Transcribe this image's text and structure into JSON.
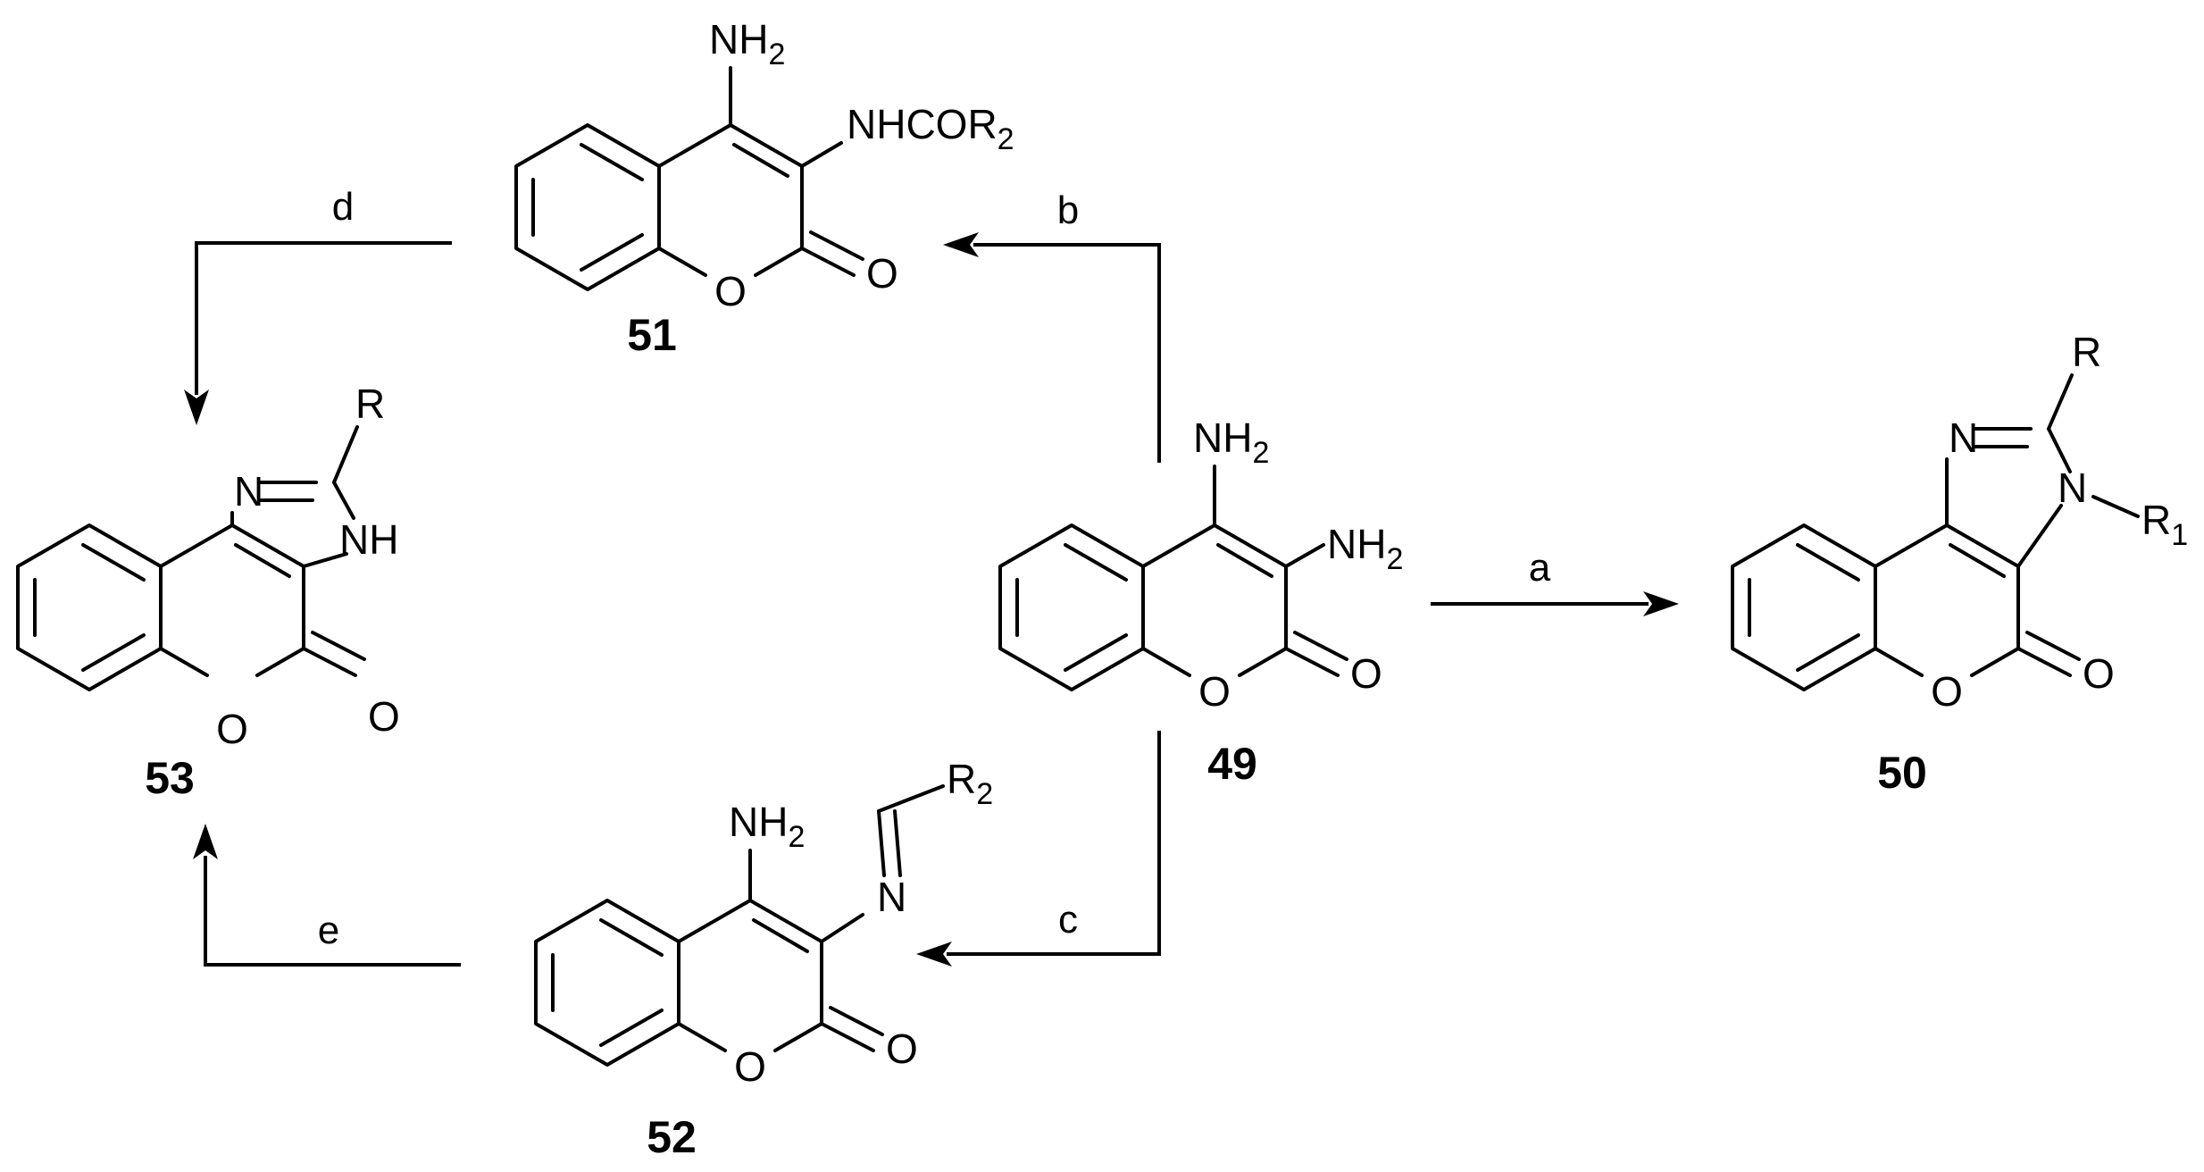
{
  "compounds": {
    "c49": {
      "id": "49",
      "amine4": "NH",
      "amine4_sub": "2",
      "amine3": "NH",
      "amine3_sub": "2",
      "ring_o": "O",
      "carbonyl_o": "O"
    },
    "c50": {
      "id": "50",
      "r": "R",
      "n_top": "N",
      "n_sub": "N",
      "r1": "R",
      "r1_sub": "1",
      "ring_o": "O",
      "carbonyl_o": "O"
    },
    "c51": {
      "id": "51",
      "amine4": "NH",
      "amine4_sub": "2",
      "amide": "NHCOR",
      "amide_sub": "2",
      "ring_o": "O",
      "carbonyl_o": "O"
    },
    "c52": {
      "id": "52",
      "amine4": "NH",
      "amine4_sub": "2",
      "imine_n": "N",
      "r2": "R",
      "r2_sub": "2",
      "ring_o": "O",
      "carbonyl_o": "O"
    },
    "c53": {
      "id": "53",
      "r": "R",
      "n_top": "N",
      "nh": "NH",
      "ring_o": "O",
      "carbonyl_o": "O"
    }
  },
  "conditions": {
    "a": "a",
    "b": "b",
    "c": "c",
    "d": "d",
    "e": "e"
  }
}
